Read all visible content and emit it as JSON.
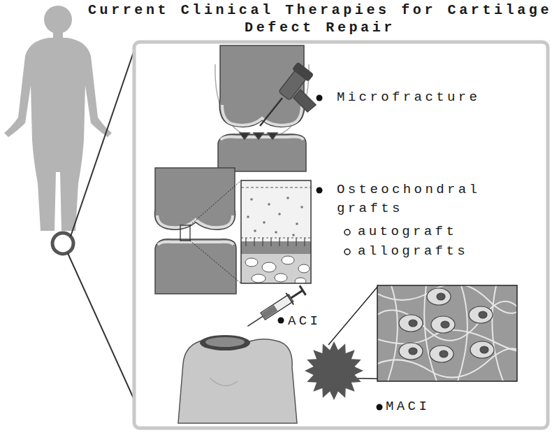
{
  "diagram": {
    "title": "Current Clinical Therapies for Cartilage Defect Repair",
    "labels": [
      "Microfracture",
      "Osteochondral grafts",
      "autograft",
      "allografts",
      "ACI",
      "MACI"
    ]
  }
}
